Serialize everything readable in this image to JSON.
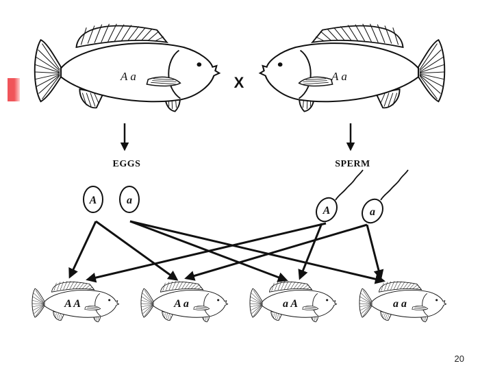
{
  "colors": {
    "accent": "#f0555a",
    "ink": "#111111",
    "paper": "#ffffff"
  },
  "parents": {
    "female_genotype": "A a",
    "male_genotype": "A a",
    "cross_symbol": "X"
  },
  "labels": {
    "eggs": "EGGS",
    "sperm": "SPERM"
  },
  "eggs": [
    {
      "allele": "A"
    },
    {
      "allele": "a"
    }
  ],
  "sperm": [
    {
      "allele": "A"
    },
    {
      "allele": "a"
    }
  ],
  "offspring": [
    {
      "genotype": "A A"
    },
    {
      "genotype": "A a"
    },
    {
      "genotype": "a A"
    },
    {
      "genotype": "a a"
    }
  ],
  "slide_number": "20"
}
